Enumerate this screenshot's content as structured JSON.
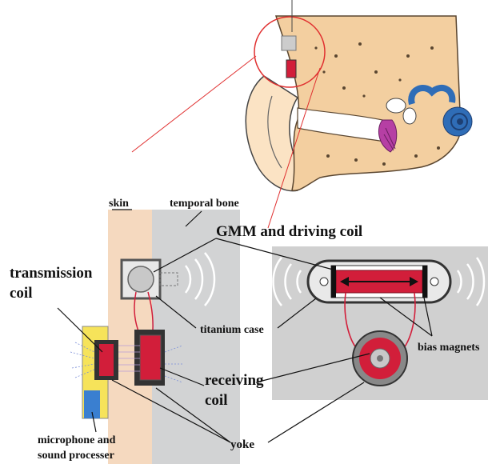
{
  "labels": {
    "skin": "skin",
    "temporal_bone": "temporal bone",
    "gmm_coil": "GMM and driving coil",
    "transmission_coil_1": "transmission",
    "transmission_coil_2": "coil",
    "titanium_case": "titanium case",
    "bias_magnets": "bias magnets",
    "receiving_coil_1": "receiving",
    "receiving_coil_2": "coil",
    "microphone_1": "microphone and",
    "microphone_2": "sound processer",
    "yoke": "yoke"
  },
  "colors": {
    "skin": "#f5d9bf",
    "bone": "#d2d3d4",
    "coil_red": "#d21e3a",
    "ear_skin": "#fbe3c4",
    "bone_tan": "#f3cfa0",
    "cochlea_blue": "#2f6db7",
    "eardrum_purple": "#b63fa4",
    "device_yellow": "#f6e35a",
    "device_blue": "#3a7fd0",
    "panel_gray": "#d0d0d0",
    "leader_red": "#e03030"
  }
}
